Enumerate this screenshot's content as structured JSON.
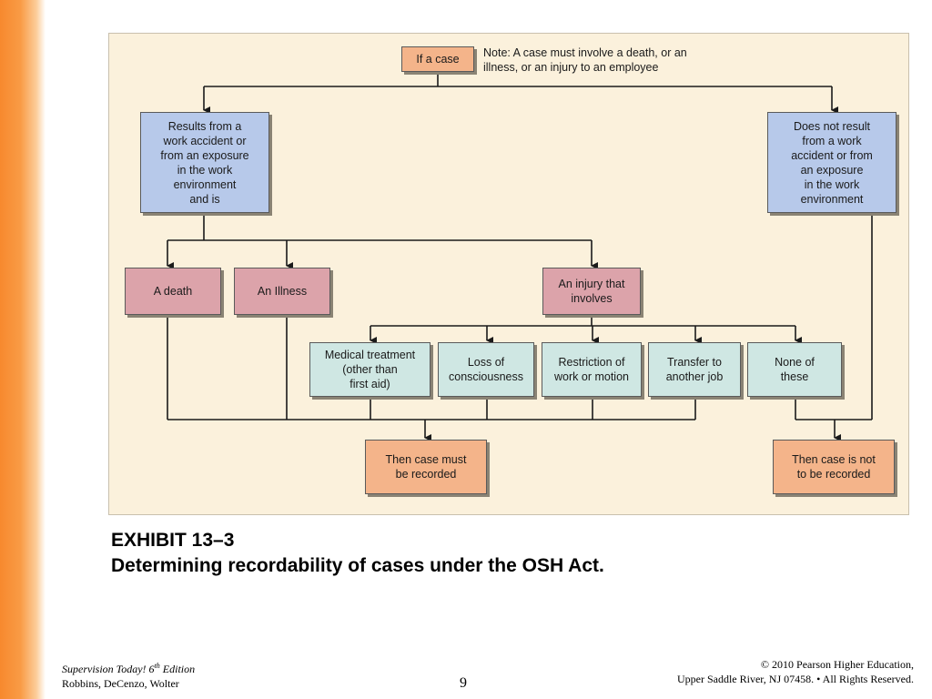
{
  "figure": {
    "note": "Note: A case must involve a death, or an\nillness, or an injury to an employee",
    "nodes": {
      "if_case": "If a case",
      "results_from": "Results from a\nwork accident or\nfrom  an exposure\nin the work\nenvironment\nand is",
      "does_not_result": "Does not result\nfrom a work\naccident or from\nan exposure\nin the work\nenvironment",
      "death": "A death",
      "illness": "An Illness",
      "injury": "An injury that\ninvolves",
      "medical": "Medical treatment\n(other than\nfirst aid)",
      "loss": "Loss of\nconsciousness",
      "restriction": "Restriction of\nwork or motion",
      "transfer": "Transfer to\nanother job",
      "none": "None of\nthese",
      "must_record": "Then case must\nbe recorded",
      "not_record": "Then case is not\nto be recorded"
    },
    "colors": {
      "orange": "#f4b48a",
      "blue": "#b7c9ea",
      "pink": "#dca3aa",
      "teal": "#cfe7e3",
      "background": "#fbf1dc"
    }
  },
  "caption": {
    "line1": "EXHIBIT 13–3",
    "line2": "Determining recordability of cases under the OSH Act."
  },
  "footer": {
    "title": "Supervision Today! 6",
    "title_sup": "th",
    "title_rest": " Edition",
    "authors": "Robbins, DeCenzo, Wolter",
    "page": "9",
    "copyright1": "© 2010 Pearson Higher Education,",
    "copyright2": "Upper Saddle River, NJ 07458. • All Rights Reserved."
  }
}
